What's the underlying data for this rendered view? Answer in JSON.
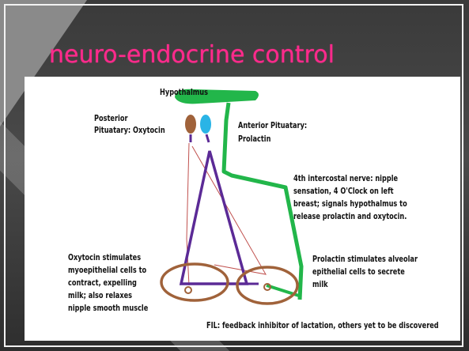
{
  "title": "neuro-endocrine control",
  "labels": {
    "hypothalmus": "Hypothalmus",
    "posterior_1": "Posterior",
    "posterior_2": "Pituatary: Oxytocin",
    "anterior_1": "Anterior Pituatary:",
    "anterior_2": "Prolactin",
    "nerve_1": "4th intercostal nerve: nipple",
    "nerve_2": "sensation, 4 O'Clock on left",
    "nerve_3": "breast; signals hypothalmus to",
    "nerve_4": "release prolactin and oxytocin.",
    "oxy_1": "Oxytocin stimulates",
    "oxy_2": "myoepithelial cells to",
    "oxy_3": "contract, expelling",
    "oxy_4": "milk; also relaxes",
    "oxy_5": "nipple smooth muscle",
    "prl_1": "Prolactin stimulates alveolar",
    "prl_2": "epithelial cells to secrete",
    "prl_3": "milk",
    "fil": "FIL: feedback inhibitor of lactation, others yet to be discovered"
  },
  "colors": {
    "title": "#ff2a8c",
    "nerve": "#22b64a",
    "posterior_lobe": "#a0623a",
    "anterior_lobe": "#2ab4e6",
    "oxytocin_path": "#5b2a96",
    "thin_path": "#c0504d",
    "breast": "#a0623a"
  }
}
